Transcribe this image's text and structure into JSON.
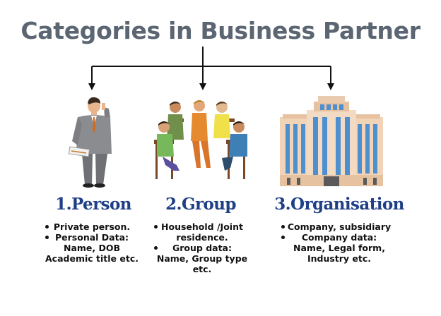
{
  "title": "Categories in Business Partner",
  "categories": [
    {
      "label": "1.Person",
      "icon": "businessman-on-phone",
      "lines": [
        {
          "text": "Private person.",
          "bullet": true
        },
        {
          "text": "Personal Data:",
          "bullet": true
        },
        {
          "text": "Name, DOB",
          "bullet": false
        },
        {
          "text": "Academic title etc.",
          "bullet": false
        }
      ]
    },
    {
      "label": "2.Group",
      "icon": "people-group-circle",
      "lines": [
        {
          "text": "Household /Joint",
          "bullet": true
        },
        {
          "text": "residence.",
          "bullet": false
        },
        {
          "text": "Group data:",
          "bullet": true
        },
        {
          "text": "Name, Group type",
          "bullet": false
        },
        {
          "text": "etc.",
          "bullet": false
        }
      ]
    },
    {
      "label": "3.Organisation",
      "icon": "office-building",
      "lines": [
        {
          "text": "Company, subsidiary",
          "bullet": true
        },
        {
          "text": "Company data:",
          "bullet": true
        },
        {
          "text": "Name, Legal form,",
          "bullet": false
        },
        {
          "text": "Industry etc.",
          "bullet": false
        }
      ]
    }
  ],
  "colors": {
    "title": "#5b6672",
    "label": "#1f3f86",
    "text": "#111111",
    "building": "#f1d4b8",
    "windows": "#4e8fcf"
  }
}
